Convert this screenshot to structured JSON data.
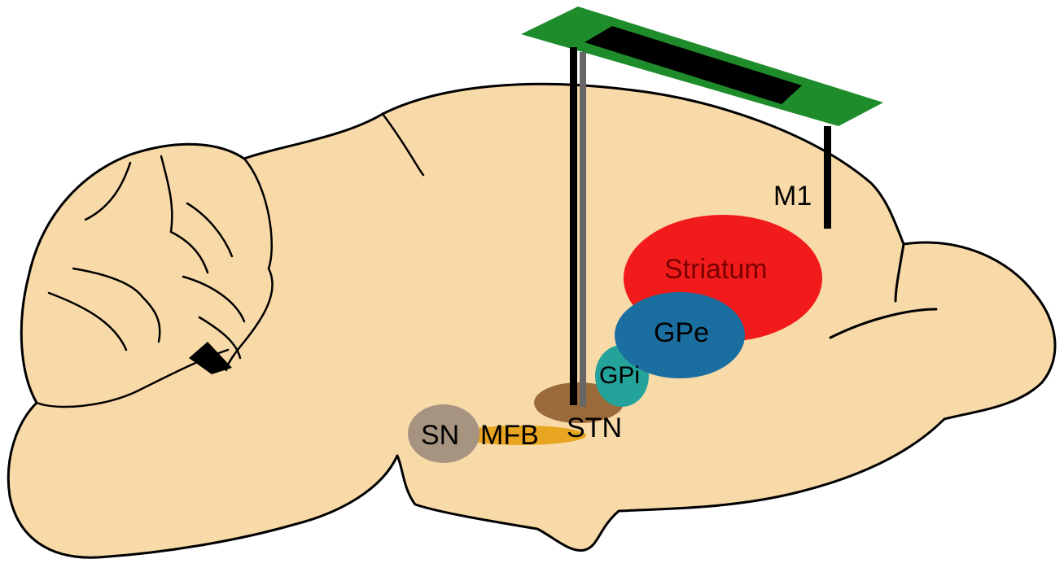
{
  "labels": {
    "m1": "M1",
    "striatum": "Striatum",
    "gpe": "GPe",
    "gpi": "GPi",
    "stn": "STN",
    "sn": "SN",
    "mfb": "MFB"
  },
  "colors": {
    "brain_fill": "#F8D9A8",
    "outline": "#000000",
    "striatum": "#F21B1B",
    "gpe": "#1A6FA0",
    "gpi": "#23A39A",
    "stn": "#9A6A3A",
    "sn": "#A69380",
    "mfb": "#E8A520",
    "headstage": "#1E8C2A",
    "electrode_gray": "#666666"
  }
}
